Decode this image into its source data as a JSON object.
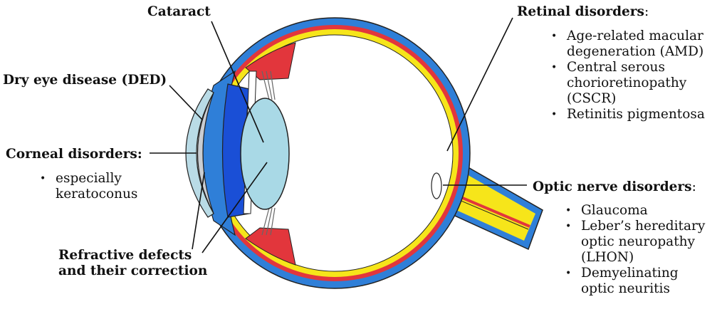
{
  "labels": {
    "cataract": "Cataract",
    "dry_eye": "Dry eye disease (DED)",
    "corneal": "Corneal disorders:",
    "refractive_line1": "Refractive defects",
    "refractive_line2": "and their correction",
    "retinal": "Retinal disorders",
    "optic_nerve": "Optic nerve disorders"
  },
  "corneal_items": [
    [
      "especially",
      "keratoconus"
    ]
  ],
  "retinal_items": [
    [
      "Age-related macular",
      "degeneration (AMD)"
    ],
    [
      "Central serous",
      "chorioretinopathy",
      "(CSCR)"
    ],
    [
      "Retinitis pigmentosa"
    ]
  ],
  "optic_items": [
    [
      "Glaucoma"
    ],
    [
      "Leber’s hereditary",
      "optic neuropathy",
      "(LHON)"
    ],
    [
      "Demyelinating",
      "optic neuritis"
    ]
  ],
  "colors": {
    "sclera_blue": "#2f7fd8",
    "choroid_red": "#e2363c",
    "retina_yellow": "#f6e51a",
    "lens_cyan": "#a9d9e6",
    "iris_blue": "#1a4fd6",
    "cornea_gray": "#c9cdd2",
    "outline": "#222222"
  }
}
